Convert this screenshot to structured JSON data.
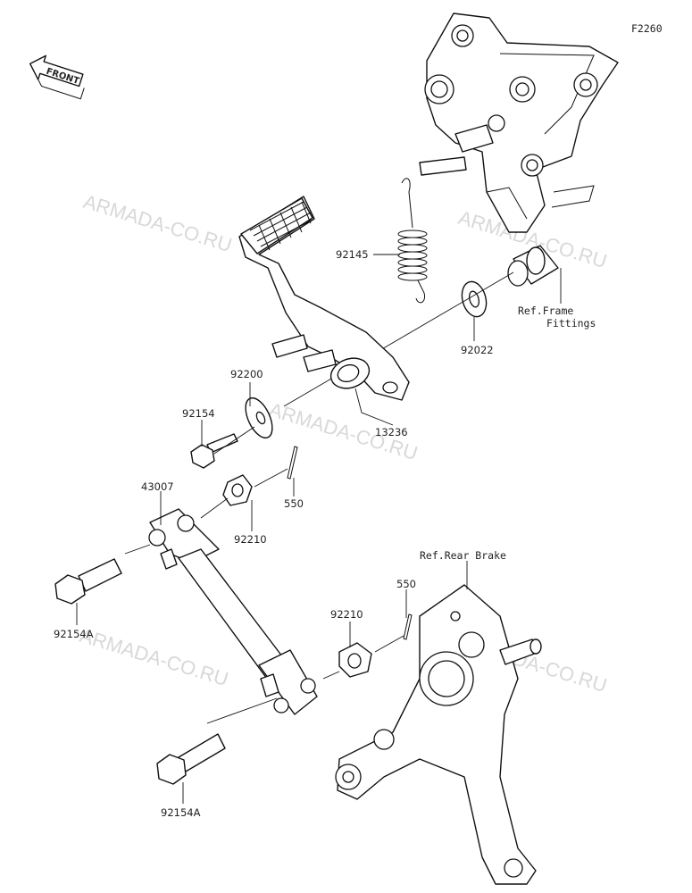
{
  "diagram_code": "F2260",
  "watermark": "ARMADA-CO.RU",
  "front_label": "FRONT",
  "parts": [
    {
      "number": "92145"
    },
    {
      "number": "92022"
    },
    {
      "number": "92200"
    },
    {
      "number": "92154"
    },
    {
      "number": "13236"
    },
    {
      "number": "550"
    },
    {
      "number": "92210"
    },
    {
      "number": "43007"
    },
    {
      "number": "92154A"
    },
    {
      "number": "92210"
    },
    {
      "number": "550"
    },
    {
      "number": "92154A"
    }
  ],
  "refs": {
    "frame_line1": "Ref.Frame",
    "frame_line2": "Fittings",
    "rear_brake": "Ref.Rear Brake"
  }
}
